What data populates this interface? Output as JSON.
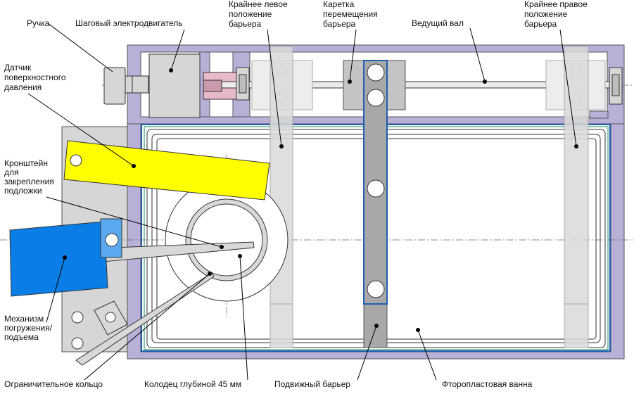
{
  "labels": {
    "handle": "Ручка",
    "stepper_motor": "Шаговый электродвигатель",
    "left_extreme": [
      "Крайнее левое",
      "положение",
      "барьера"
    ],
    "carriage": [
      "Каретка",
      "перемещения",
      "барьера"
    ],
    "drive_shaft": "Ведущий вал",
    "right_extreme": [
      "Крайнее правое",
      "положение",
      "барьера"
    ],
    "pressure_sensor": [
      "Датчик",
      "поверхностного",
      "давления"
    ],
    "substrate_bracket": [
      "Кронштейн",
      "для",
      "закрепления",
      "подложки"
    ],
    "dipping_mechanism": [
      "Механизм",
      "погружения/",
      "подъема"
    ],
    "limiting_ring": "Ограничительное кольцо",
    "well": "Колодец глубиной 45 мм",
    "movable_barrier": "Подвижный барьер",
    "ptfe_bath": "Фторопластовая ванна"
  },
  "colors": {
    "frame_lavender": "#b9b0d8",
    "frame_light": "#d8d6ea",
    "part_gray": "#d6d6d6",
    "part_dark_gray": "#a8a8a8",
    "bracket_yellow": "#ffff00",
    "mechanism_blue": "#0a7ee6",
    "coupling_pink": "#e8b9c9",
    "bath_outline_blue": "#1f5fb0",
    "bath_outline_green": "#1a8a5a"
  }
}
